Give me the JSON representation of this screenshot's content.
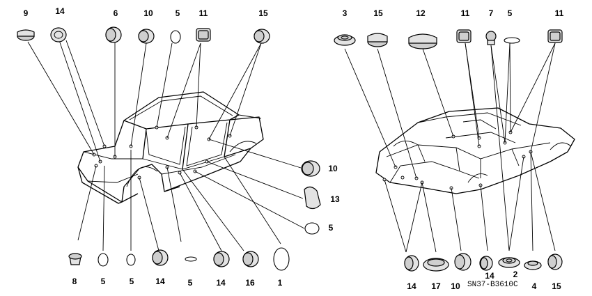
{
  "left_parts": {
    "top_labels": [
      "9",
      "14",
      "6",
      "10",
      "5",
      "11",
      "15"
    ],
    "right_labels": [
      "10",
      "13",
      "5"
    ],
    "bottom_labels": [
      "8",
      "5",
      "5",
      "14",
      "5",
      "14",
      "16",
      "1"
    ]
  },
  "right_parts": {
    "top_labels": [
      "3",
      "15",
      "12",
      "11",
      "7",
      "5",
      "11"
    ],
    "bottom_labels": [
      "14",
      "17",
      "10",
      "14",
      "2",
      "4",
      "15"
    ]
  },
  "diagram_code": "SN37-B3610C"
}
